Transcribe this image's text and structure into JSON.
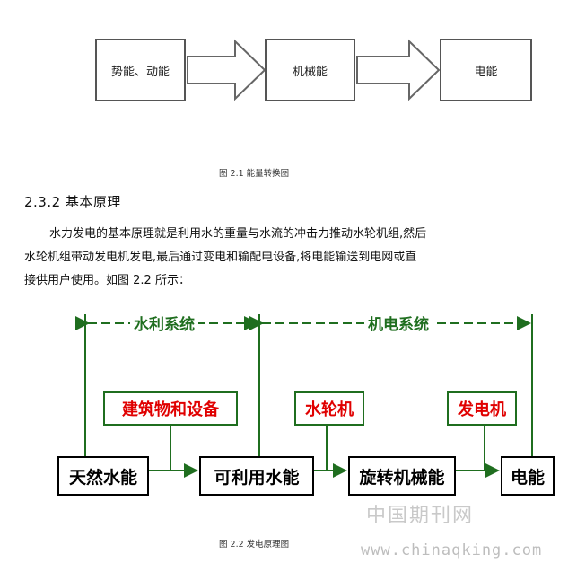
{
  "fig1": {
    "boxes": [
      "势能、动能",
      "机械能",
      "电能"
    ],
    "caption": "图 2.1  能量转换图"
  },
  "section": {
    "heading": "2.3.2  基本原理",
    "paragraph_lines": [
      "水力发电的基本原理就是利用水的重量与水流的冲击力推动水轮机组,然后",
      "水轮机组带动发电机发电,最后通过变电和输配电设备,将电能输送到电网或直",
      "接供用户使用。如图 2.2 所示："
    ]
  },
  "fig2": {
    "systems": [
      "水利系统",
      "机电系统"
    ],
    "main_boxes": [
      "天然水能",
      "可利用水能",
      "旋转机械能",
      "电能"
    ],
    "top_boxes": [
      "建筑物和设备",
      "水轮机",
      "发电机"
    ],
    "caption": "图 2.2  发电原理图"
  },
  "watermark": {
    "cn": "中国期刊网",
    "url": "www.chinaqking.com"
  },
  "colors": {
    "green": "#1f6e1f",
    "red": "#e00000",
    "gray_arrow": "#666666"
  }
}
